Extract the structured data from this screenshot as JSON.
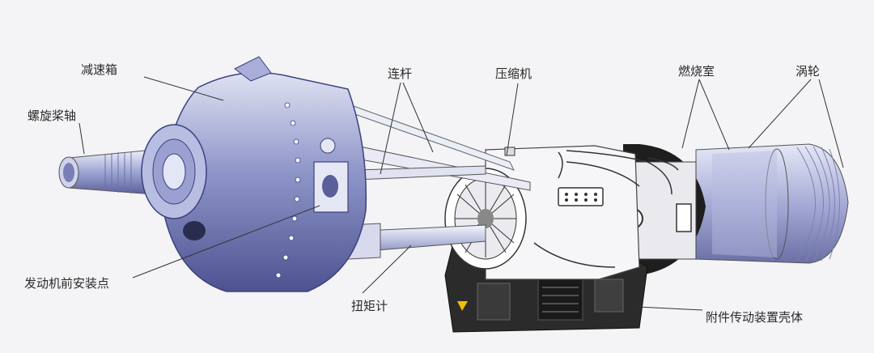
{
  "diagram": {
    "labels": {
      "gearbox": "减速箱",
      "propeller_shaft": "螺旋桨轴",
      "connecting_rod": "连杆",
      "compressor": "压缩机",
      "combustor": "燃烧室",
      "turbine": "涡轮",
      "front_mount": "发动机前安装点",
      "torque_meter": "扭矩计",
      "accessory_case": "附件传动装置壳体"
    }
  }
}
